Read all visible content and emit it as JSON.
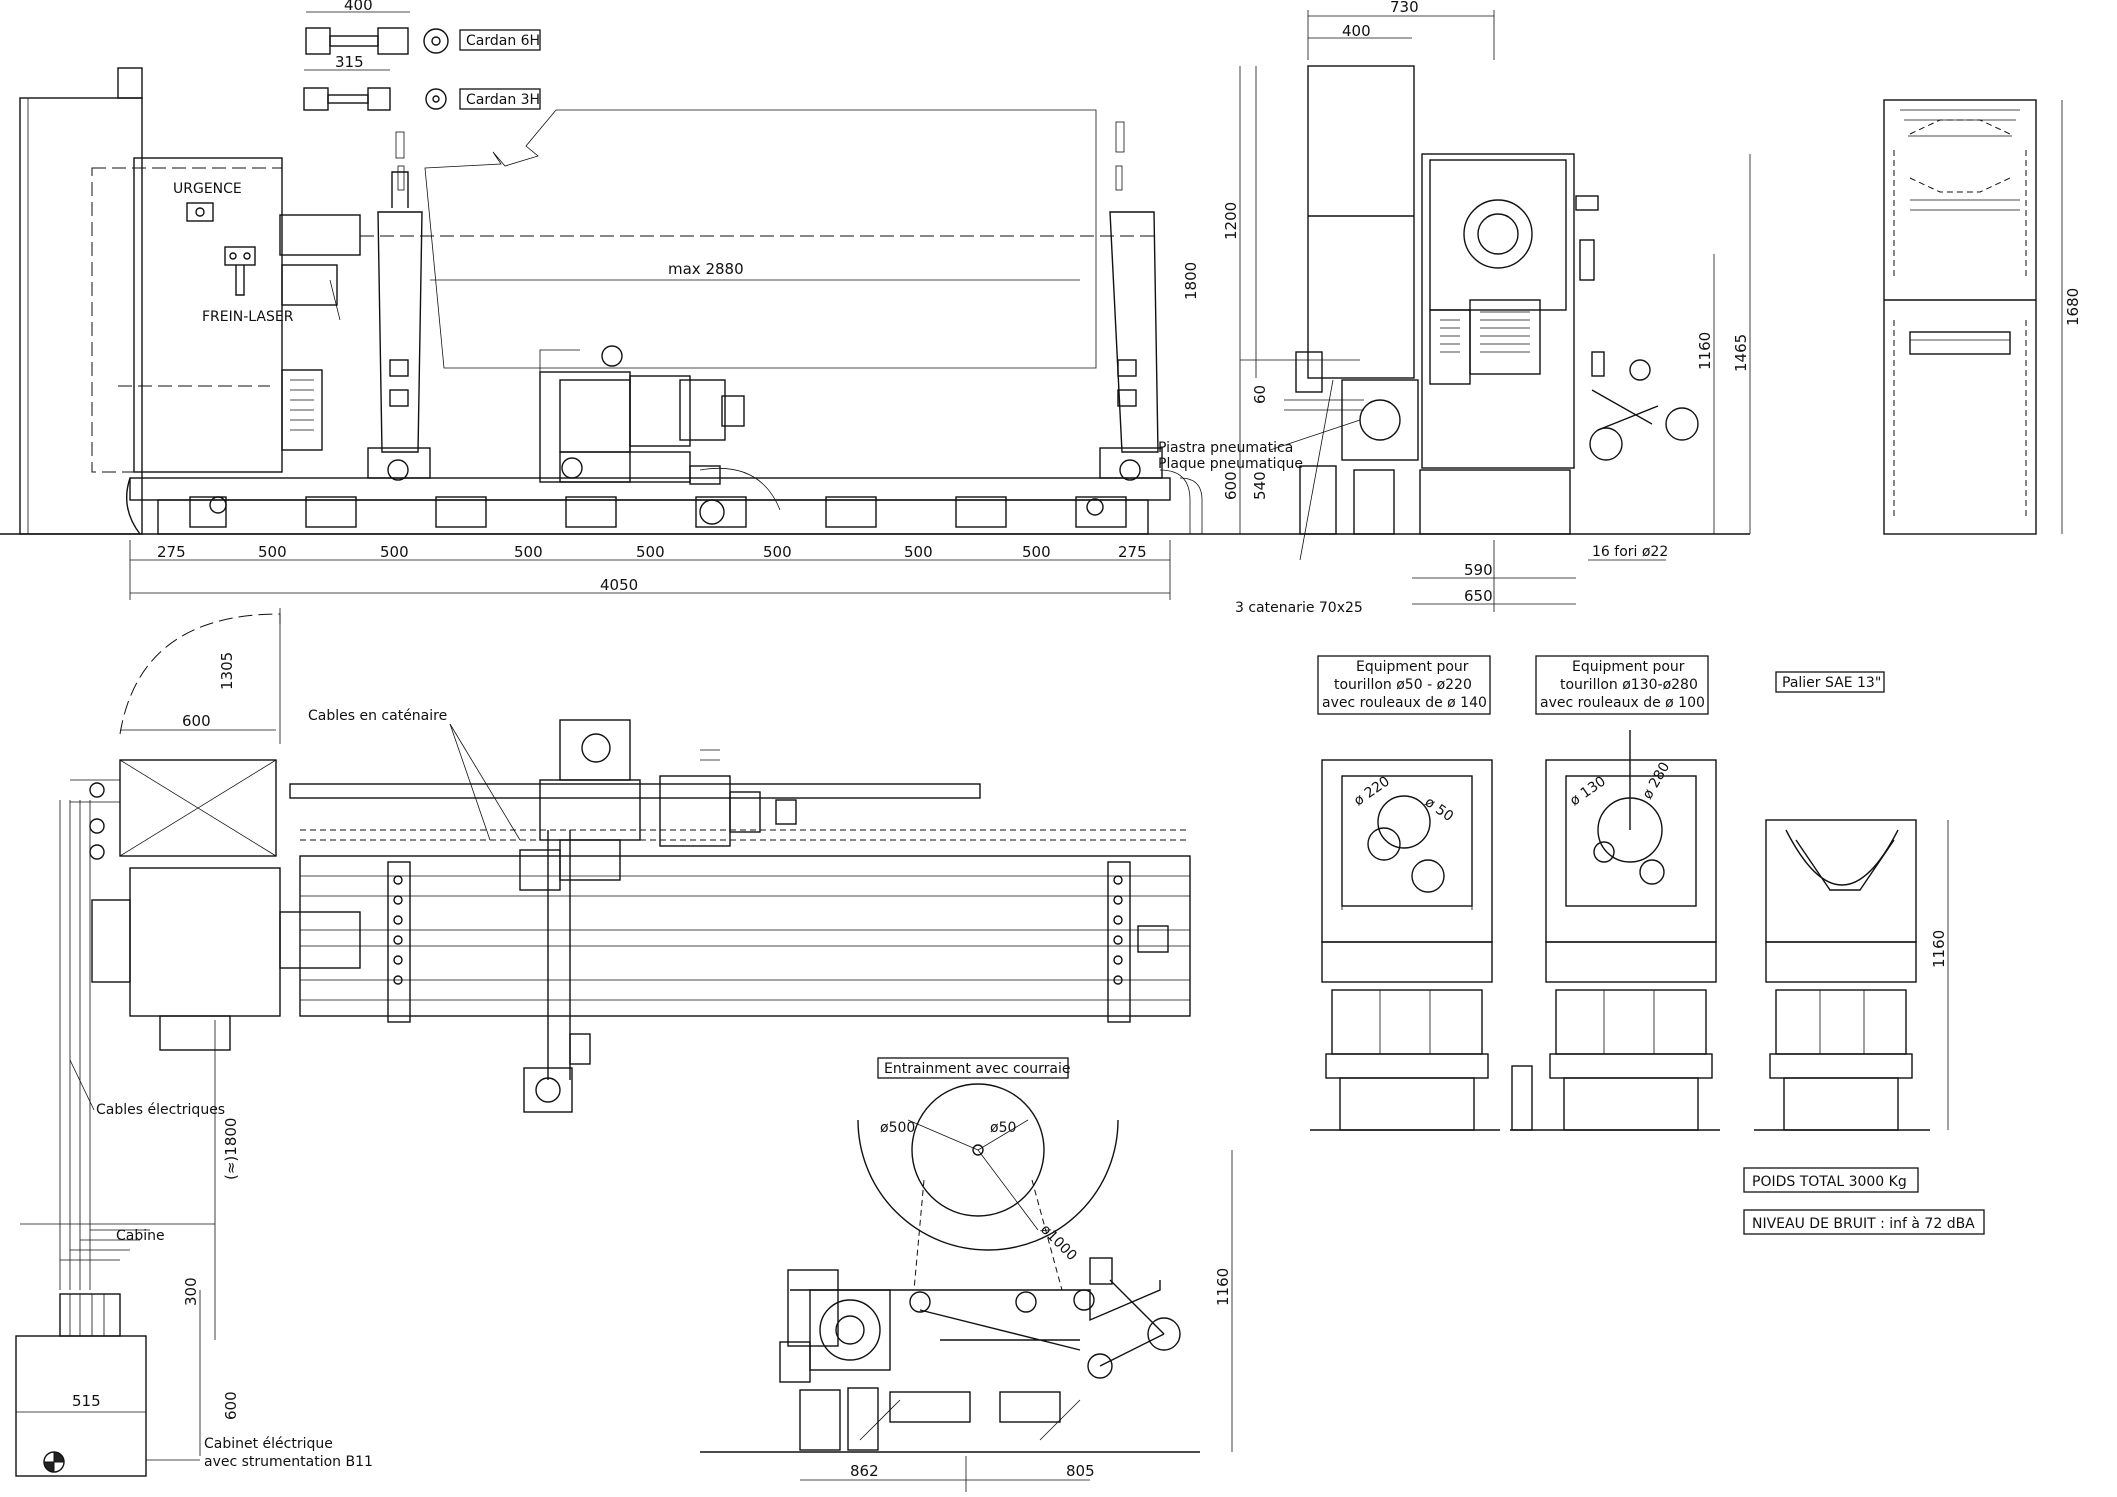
{
  "labels": {
    "cardan_6h": "Cardan 6H",
    "cardan_3h": "Cardan 3H",
    "urgence": "URGENCE",
    "frein_laser": "FREIN-LASER",
    "max_length": "max 2880",
    "piastra": "Piastra pneumatica",
    "plaque": "Plaque pneumatique",
    "fori": "16 fori ø22",
    "catenarie": "3 catenarie 70x25",
    "cables_catenaire": "Cables en caténaire",
    "cables_electriques": "Cables électriques",
    "cabine": "Cabine",
    "cabinet_line1": "Cabinet éléctrique",
    "cabinet_line2": "avec strumentation B11",
    "entrainement": "Entrainment avec courraie",
    "equip1_l1": "Equipment pour",
    "equip1_l2": "tourillon ø50 - ø220",
    "equip1_l3": "avec rouleaux de ø 140",
    "equip2_l1": "Equipment pour",
    "equip2_l2": "tourillon ø130-ø280",
    "equip2_l3": "avec rouleaux de ø 100",
    "palier": "Palier SAE 13\"",
    "poids": "POIDS TOTAL 3000 Kg",
    "bruit": "NIVEAU DE BRUIT : inf à 72 dBA",
    "d_220": "ø 220",
    "d_50": "ø 50",
    "d_130": "ø 130",
    "d_280": "ø 280",
    "d_500": "ø500",
    "d_50b": "ø50",
    "d_1000": "ø1000"
  },
  "dimensions": {
    "cardan_6h_len": "400",
    "cardan_3h_len": "315",
    "seg_275a": "275",
    "seg_500_1": "500",
    "seg_500_2": "500",
    "seg_500_3": "500",
    "seg_500_4": "500",
    "seg_500_5": "500",
    "seg_500_6": "500",
    "seg_500_7": "500",
    "seg_275b": "275",
    "total": "4050",
    "top_730": "730",
    "top_400": "400",
    "v_1200": "1200",
    "v_1800": "1800",
    "v_60": "60",
    "v_600": "600",
    "v_540": "540",
    "v_1160": "1160",
    "v_1465": "1465",
    "b_590": "590",
    "b_650": "650",
    "v_1680": "1680",
    "p_1305": "1305",
    "p_600": "600",
    "p_1800": "(≈)1800",
    "p_300": "300",
    "p_600b": "600",
    "p_515": "515",
    "b_862": "862",
    "b_805": "805",
    "b_1160": "1160",
    "e_1160": "1160"
  }
}
